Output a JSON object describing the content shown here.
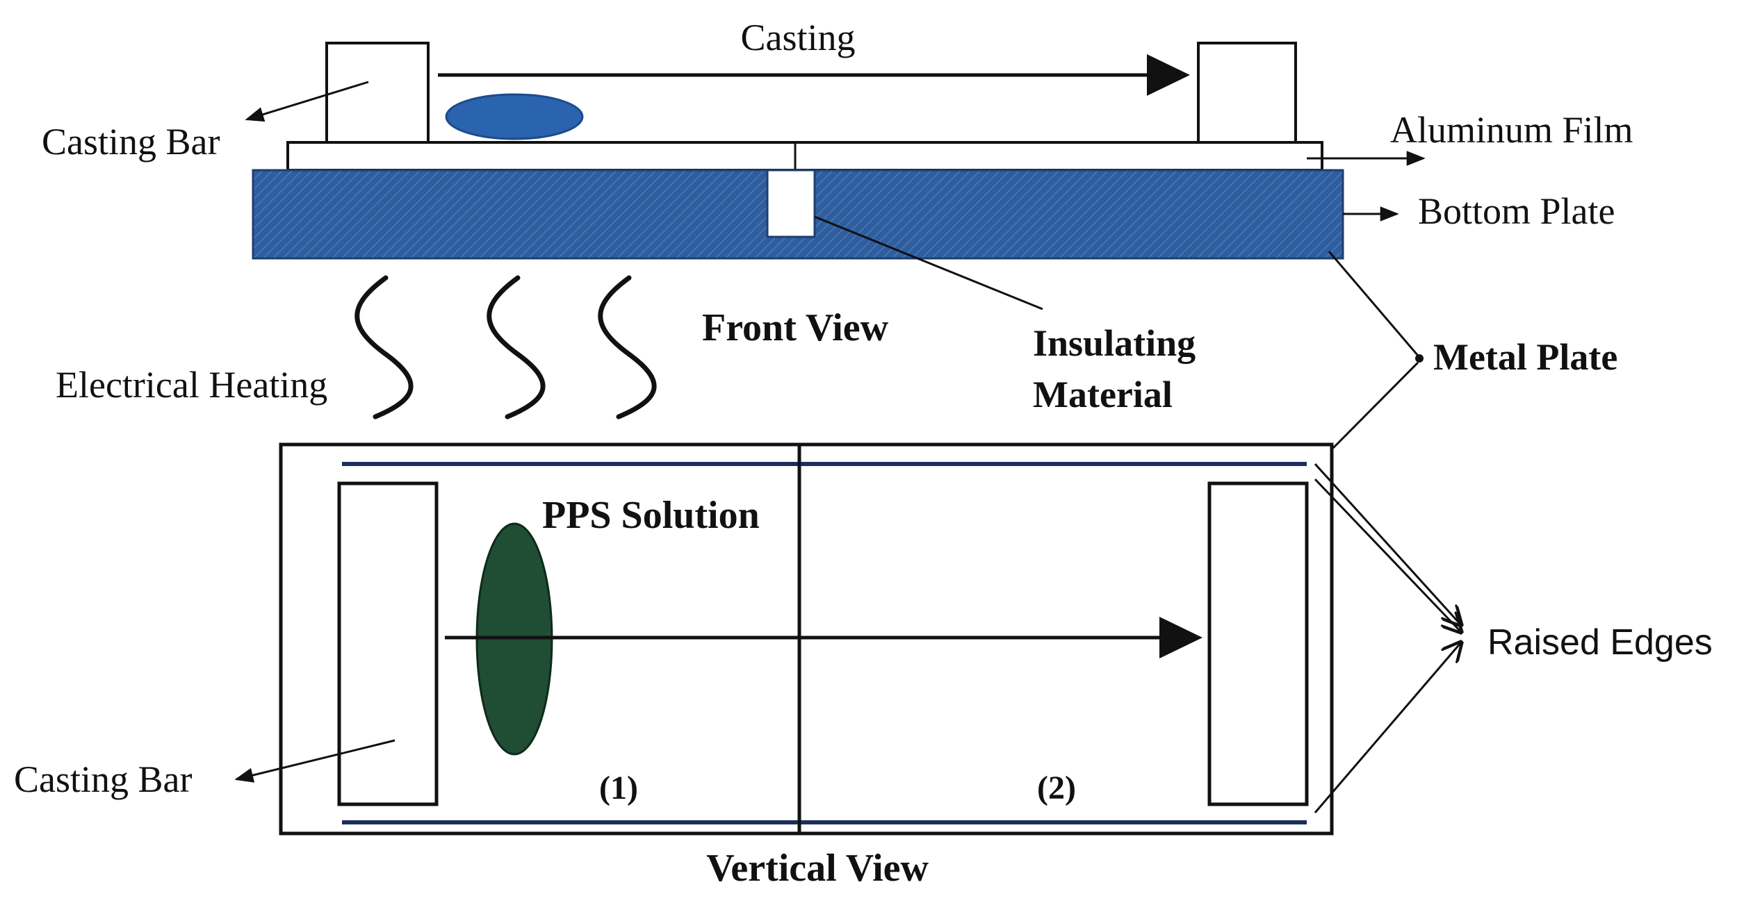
{
  "labels": {
    "casting": "Casting",
    "casting_bar_top": "Casting Bar",
    "aluminum_film": "Aluminum Film",
    "bottom_plate": "Bottom Plate",
    "front_view": "Front View",
    "insulating_1": "Insulating",
    "insulating_2": "Material",
    "metal_plate": "Metal Plate",
    "electrical_heating": "Electrical Heating",
    "pps_solution": "PPS Solution",
    "raised_edges": "Raised Edges",
    "casting_bar_bottom": "Casting Bar",
    "zone_1": "(1)",
    "zone_2": "(2)",
    "vertical_view": "Vertical View"
  },
  "colors": {
    "plate_blue": "#2f5e9e",
    "drop_blue": "#2a63ae",
    "solution_green": "#1f4e34",
    "line": "#111111",
    "edge_line": "#1c2e5e"
  }
}
